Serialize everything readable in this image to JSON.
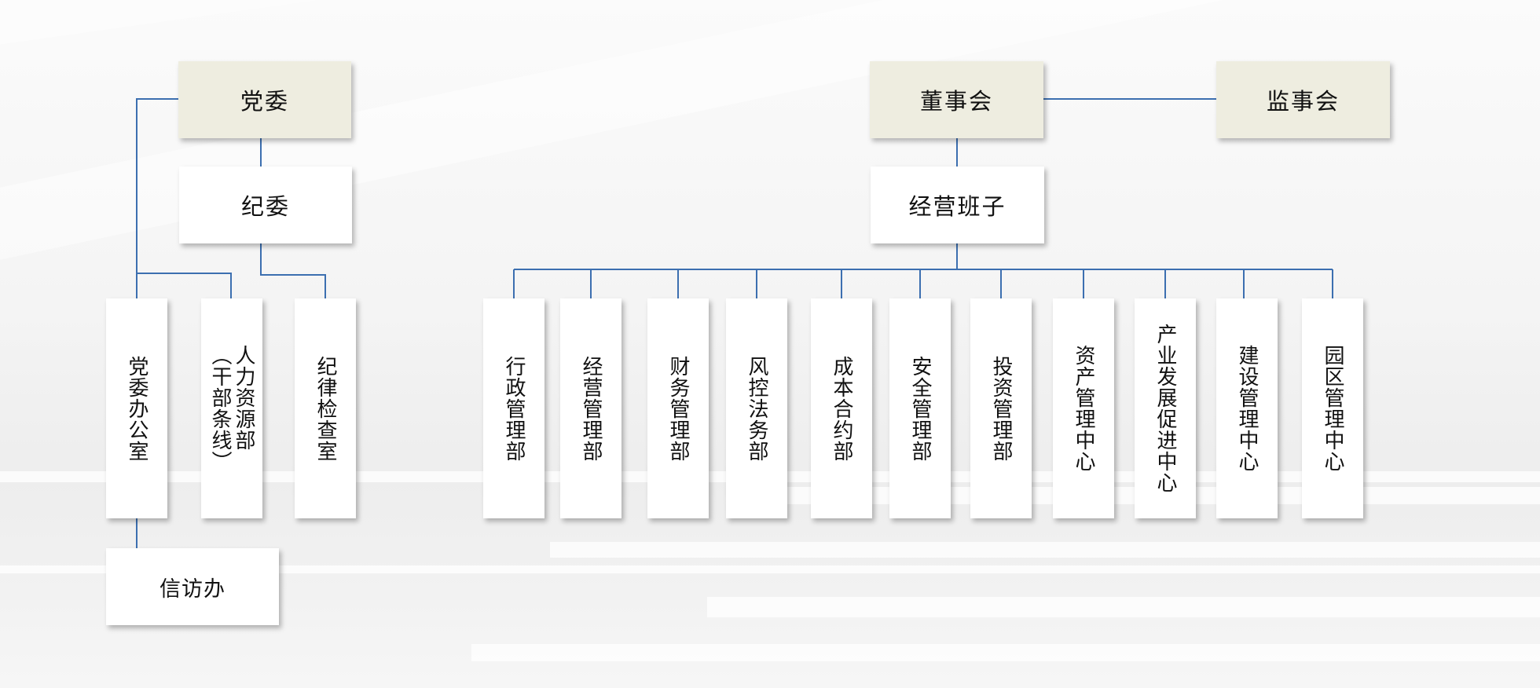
{
  "top": {
    "party_committee": "党委",
    "board": "董事会",
    "supervisory_board": "监事会"
  },
  "second": {
    "discipline_committee": "纪委",
    "management_team": "经营班子"
  },
  "party_depts": {
    "office": "党委办公室",
    "hr": "人力资源部",
    "hr_note": "（干部条线）",
    "discipline_office": "纪律检查室"
  },
  "petition_office": "信访办",
  "business_depts": [
    "行政管理部",
    "经营管理部",
    "财务管理部",
    "风控法务部",
    "成本合约部",
    "安全管理部",
    "投资管理部",
    "资产管理中心",
    "产业发展促进中心",
    "建设管理中心",
    "园区管理中心"
  ],
  "colors": {
    "connector": "#3c6fb0",
    "highlight_box": "#eeede0",
    "box": "#ffffff"
  }
}
